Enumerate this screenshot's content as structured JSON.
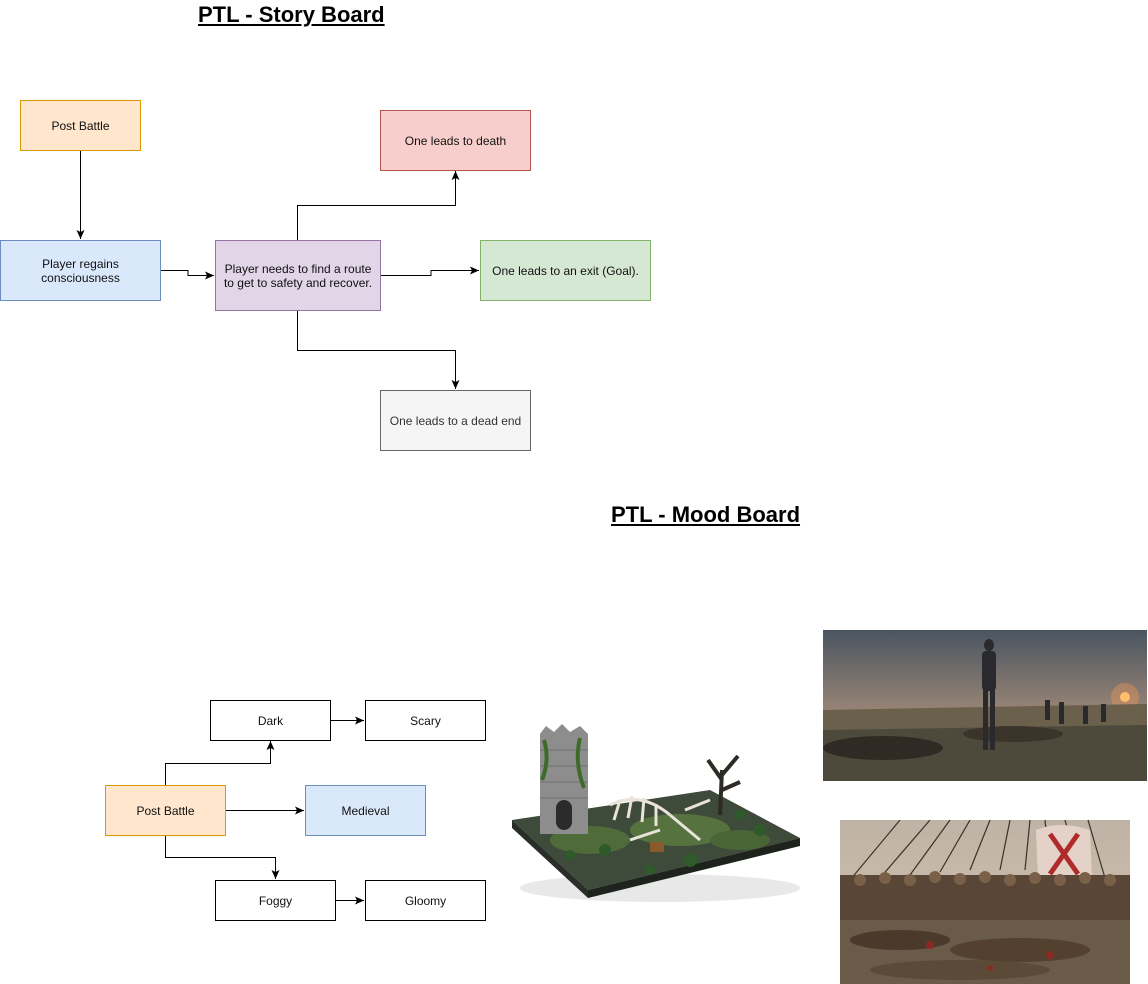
{
  "story_board": {
    "title": "PTL - Story Board",
    "nodes": {
      "post_battle": "Post Battle",
      "regains": "Player regains consciousness",
      "route": "Player needs to find a route to get to safety and recover.",
      "death": "One leads to death",
      "exit": "One leads to an exit (Goal).",
      "dead_end": "One leads to a dead end"
    }
  },
  "mood_board": {
    "title": "PTL - Mood Board",
    "nodes": {
      "post_battle": "Post Battle",
      "dark": "Dark",
      "scary": "Scary",
      "medieval": "Medieval",
      "foggy": "Foggy",
      "gloomy": "Gloomy"
    }
  },
  "colors": {
    "orange_fill": "#ffe6cc",
    "blue_fill": "#dae8fc",
    "purple_fill": "#e1d5e7",
    "red_fill": "#f8cecc",
    "green_fill": "#d5e8d4",
    "grey_fill": "#f5f5f5"
  }
}
